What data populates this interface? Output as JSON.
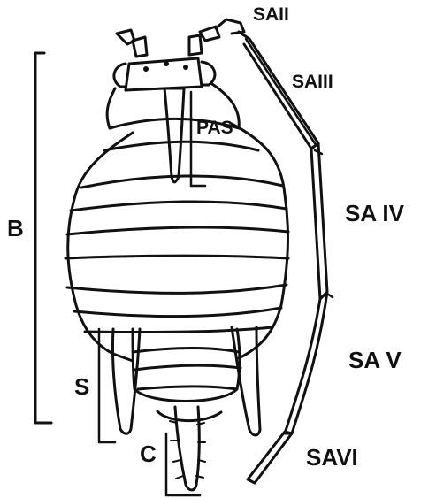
{
  "figure": {
    "labels": {
      "b": "B",
      "s": "S",
      "c": "C",
      "pas": "PAS",
      "sa2": "SAII",
      "sa3": "SAIII",
      "sa4": "SA IV",
      "sa5": "SA V",
      "sa6": "SAVI"
    },
    "colors": {
      "ink": "#111111",
      "background": "#ffffff"
    }
  }
}
